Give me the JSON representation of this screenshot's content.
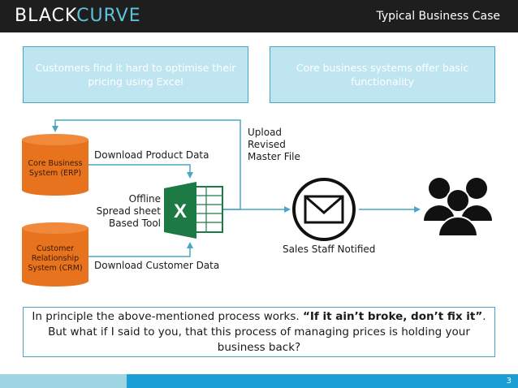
{
  "header": {
    "logo_black": "BLACK",
    "logo_curve": "CURVE",
    "title": "Typical Business Case"
  },
  "problems": [
    "Customers find it hard to optimise their pricing using Excel",
    "Core business systems offer basic functionality"
  ],
  "diagram": {
    "erp_label": "Core Business System (ERP)",
    "crm_label": "Customer Relationship System (CRM)",
    "download_product": "Download Product Data",
    "download_customer": "Download Customer Data",
    "spreadsheet_label": "Offline Spread sheet Based Tool",
    "upload_label": "Upload Revised Master File",
    "sales_label": "Sales Staff Notified",
    "excel_letter": "X"
  },
  "conclusion": {
    "part1": "In principle the above-mentioned process works. ",
    "quote": "“If it ain’t broke, don’t fix it”",
    "part2": ". But what if I said to you, that this process of managing prices is holding your business back?"
  },
  "footer": {
    "page_number": "3"
  },
  "colors": {
    "accent": "#4aa7c4",
    "box_fill": "#bfe5f0",
    "cylinder": "#e8731f",
    "excel_green": "#1d7a45",
    "footer_blue": "#1a9ed4"
  }
}
